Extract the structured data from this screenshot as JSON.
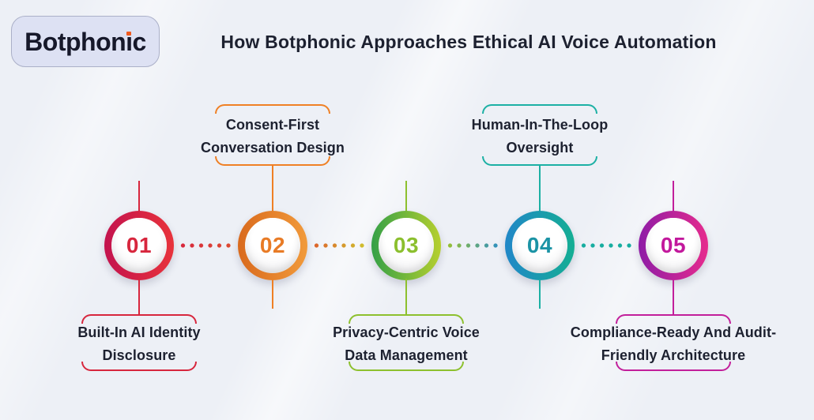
{
  "page": {
    "background_color": "#edf0f6",
    "title": "How Botphonic Approaches Ethical AI Voice Automation",
    "title_color": "#1d2130"
  },
  "logo": {
    "text_before_i": "Botphon",
    "dotless_i": "ı",
    "text_after_i": "c",
    "dot_color": "#f05a1e",
    "box_background": "#dde1f3",
    "text_color": "#16182a"
  },
  "steps": [
    {
      "number": "01",
      "label_line1": "Built-In AI Identity",
      "label_line2": "Disclosure",
      "label_position": "below",
      "accent": "#d7263d",
      "ring_gradient": [
        "#c3134e",
        "#e8333b"
      ],
      "number_color": "#d7263d"
    },
    {
      "number": "02",
      "label_line1": "Consent-First",
      "label_line2": "Conversation Design",
      "label_position": "above",
      "accent": "#ef8025",
      "ring_gradient": [
        "#d96a1d",
        "#f19a3b"
      ],
      "number_color": "#e87b26"
    },
    {
      "number": "03",
      "label_line1": "Privacy-Centric Voice",
      "label_line2": "Data Management",
      "label_position": "below",
      "accent": "#8dc02e",
      "ring_gradient": [
        "#34a047",
        "#b6cf2f"
      ],
      "number_color": "#8bbf2e"
    },
    {
      "number": "04",
      "label_line1": "Human-In-The-Loop",
      "label_line2": "Oversight",
      "label_position": "above",
      "accent": "#1cb0a4",
      "ring_gradient": [
        "#2187c8",
        "#14ae93"
      ],
      "number_color": "#1b93a5"
    },
    {
      "number": "05",
      "label_line1": "Compliance-Ready And Audit-",
      "label_line2": "Friendly Architecture",
      "label_position": "below",
      "accent": "#c21f9b",
      "ring_gradient": [
        "#8e1ca6",
        "#e62b8d"
      ],
      "number_color": "#c2189c"
    }
  ],
  "connectors": [
    {
      "from": "01",
      "to": "02",
      "style": "dotted",
      "gradient": [
        "#d7263d",
        "#dd4b31"
      ]
    },
    {
      "from": "02",
      "to": "03",
      "style": "dotted",
      "gradient": [
        "#dd5f2a",
        "#cfc42e"
      ]
    },
    {
      "from": "03",
      "to": "04",
      "style": "dotted",
      "gradient": [
        "#9cc22e",
        "#2b8ec4"
      ]
    },
    {
      "from": "04",
      "to": "05",
      "style": "dotted",
      "gradient": [
        "#16ada0",
        "#16ada0"
      ]
    }
  ]
}
